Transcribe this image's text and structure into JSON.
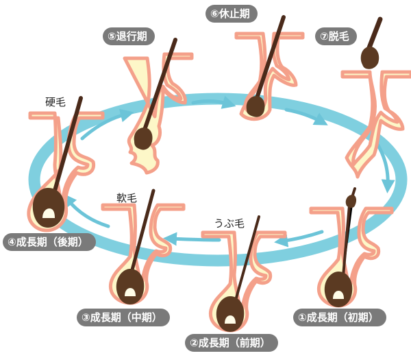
{
  "colors": {
    "ring": "#7fcfdf",
    "ring_arrow": "#6cc4d8",
    "skin_outline": "#f4a08a",
    "follicle_fill": "#fdf7c8",
    "hair": "#4a2a1a",
    "bulb": "#5b3a22",
    "papilla": "#fffde8",
    "pill_bg": "#7a7a7a",
    "pill_text": "#ffffff"
  },
  "stages": {
    "s1": "①成長期（初期）",
    "s2": "②成長期（前期）",
    "s3": "③成長期（中期）",
    "s4": "④成長期（後期）",
    "s5": "⑤退行期",
    "s6": "⑥休止期",
    "s7": "⑦脱毛"
  },
  "hair_labels": {
    "vellus": "うぶ毛",
    "soft": "軟毛",
    "hard": "硬毛"
  }
}
